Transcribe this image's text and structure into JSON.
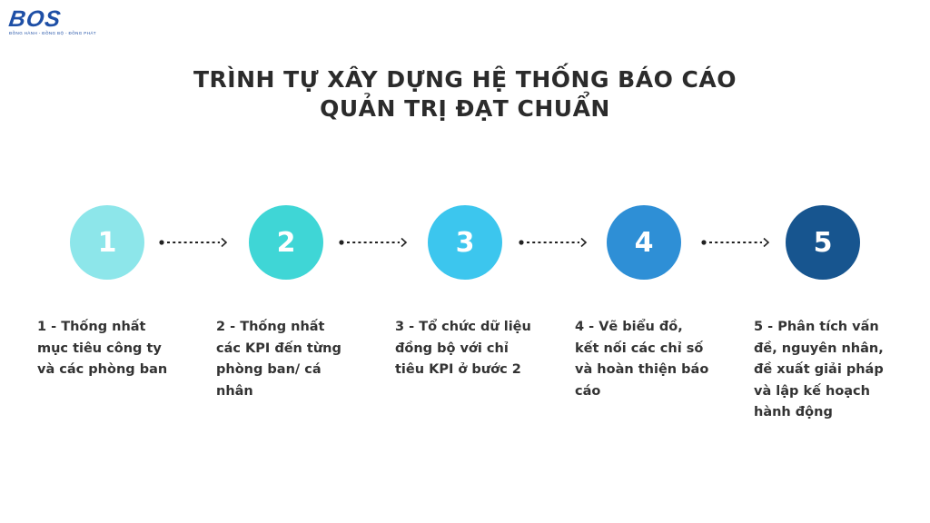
{
  "logo": {
    "word": "BOS",
    "tagline": "ĐỒNG HÀNH - ĐỒNG BỘ - ĐỒNG PHÁT"
  },
  "title": {
    "line1": "TRÌNH TỰ XÂY DỰNG HỆ THỐNG BÁO CÁO",
    "line2": "QUẢN TRỊ ĐẠT CHUẨN"
  },
  "steps": [
    {
      "number": "1",
      "color": "#8de6ea",
      "text": "1 - Thống nhất mục tiêu công ty và các phòng ban"
    },
    {
      "number": "2",
      "color": "#3fd6d6",
      "text": "2 - Thống nhất các KPI đến từng phòng ban/ cá nhân"
    },
    {
      "number": "3",
      "color": "#3cc6ee",
      "text": "3 - Tổ chức dữ liệu đồng bộ với chỉ tiêu KPI ở bước 2"
    },
    {
      "number": "4",
      "color": "#2e8fd6",
      "text": "4 - Vẽ biểu đồ, kết nối các chỉ số và hoàn thiện báo cáo"
    },
    {
      "number": "5",
      "color": "#17558f",
      "text": "5 - Phân tích vấn đề, nguyên nhân, đề xuất giải pháp và lập kế hoạch hành động"
    }
  ]
}
